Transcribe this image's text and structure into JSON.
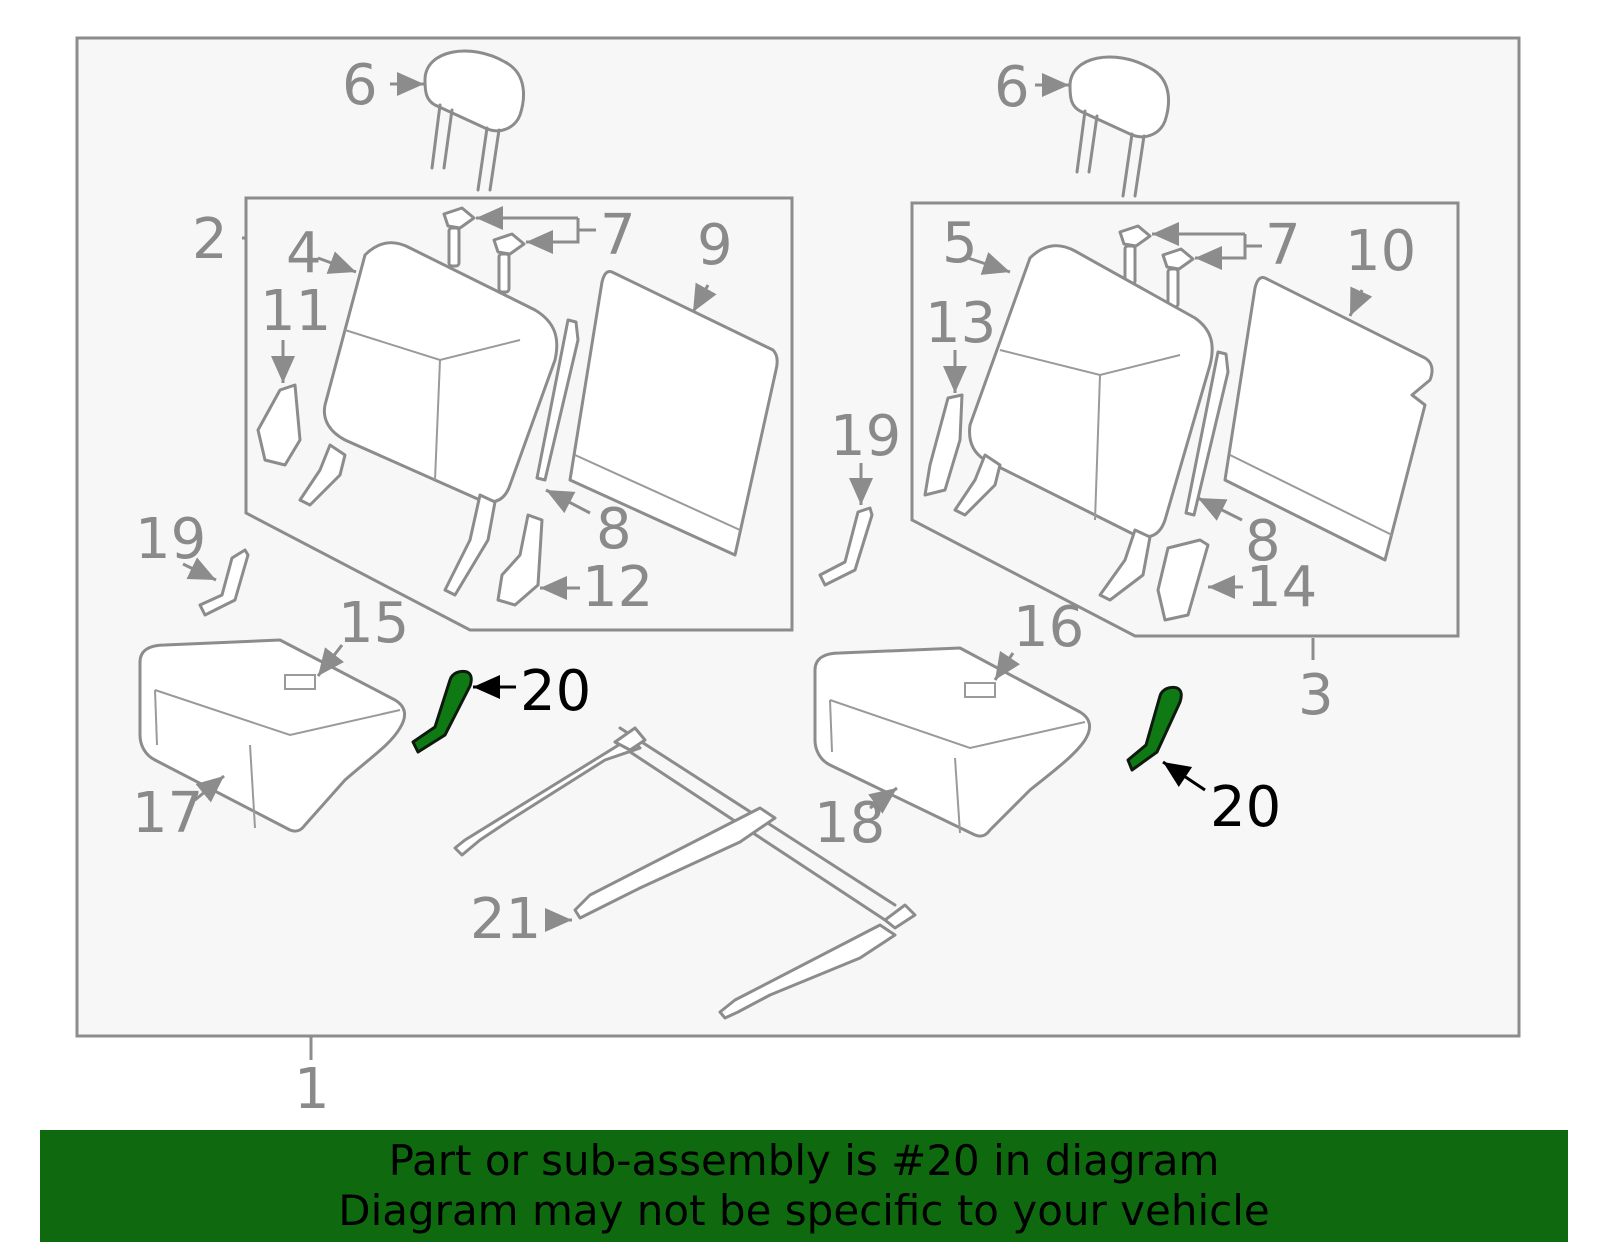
{
  "colors": {
    "highlight": "#0f7a14",
    "banner": "#0f6a0f",
    "frame_fill": "#f7f7f7",
    "line": "#8c8c8c"
  },
  "labels": {
    "n1": "1",
    "n2": "2",
    "n3": "3",
    "n4": "4",
    "n5": "5",
    "n6a": "6",
    "n6b": "6",
    "n7a": "7",
    "n7b": "7",
    "n8a": "8",
    "n8b": "8",
    "n9": "9",
    "n10": "10",
    "n11": "11",
    "n12": "12",
    "n13": "13",
    "n14": "14",
    "n15": "15",
    "n16": "16",
    "n17": "17",
    "n18": "18",
    "n19a": "19",
    "n19b": "19",
    "n20a": "20",
    "n20b": "20",
    "n21": "21"
  },
  "highlighted_part": "20",
  "banner": {
    "line1": "Part or sub-assembly is #20 in diagram",
    "line2": "Diagram may not be specific to your vehicle"
  }
}
